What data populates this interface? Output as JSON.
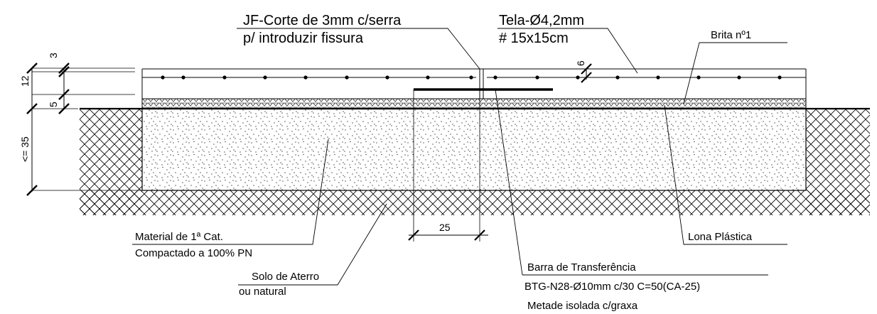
{
  "annotations": {
    "joint_line1": "JF-Corte de 3mm c/serra",
    "joint_line2": "p/ introduzir fissura",
    "mesh_line1": "Tela-Ø4,2mm",
    "mesh_line2": "# 15x15cm",
    "gravel": "Brita nº1",
    "plastic": "Lona Plástica",
    "material_line1": "Material de 1ª Cat.",
    "material_line2": "Compactado a 100% PN",
    "soil_line1": "Solo de Aterro",
    "soil_line2": "ou natural",
    "bar_line1": "Barra de Transferência",
    "bar_line2": "BTG-N28-Ø10mm c/30 C=50(CA-25)",
    "bar_line3": "Metade isolada c/graxa"
  },
  "dimensions": {
    "top_cover": "3",
    "slab": "12",
    "gravel_layer": "5",
    "base": "<= 35",
    "mesh_offset": "6",
    "bar_half": "25"
  }
}
